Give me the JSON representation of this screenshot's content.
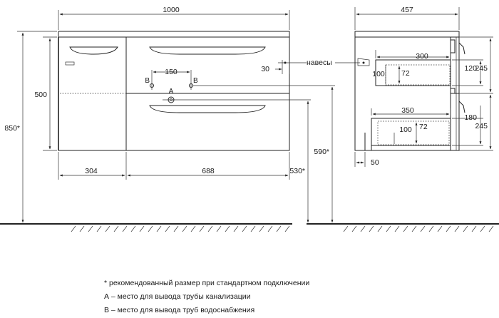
{
  "dimensions": {
    "front_width": "1000",
    "front_height": "500",
    "total_height": "850*",
    "left_section_width": "304",
    "right_section_width": "688",
    "pipe_spacing": "150",
    "pipe_label_b1": "B",
    "pipe_label_b2": "B",
    "pipe_label_a": "A",
    "height_590": "590*",
    "height_530": "530*",
    "side_depth": "457",
    "hanger_offset": "30",
    "hanger_label": "навесы",
    "top_drawer_depth": "300",
    "top_drawer_inner_w": "100",
    "top_drawer_inner_h": "72",
    "top_drawer_height": "120",
    "top_section_height": "245",
    "bottom_drawer_depth": "350",
    "bottom_drawer_inner_w": "100",
    "bottom_drawer_inner_h": "72",
    "bottom_drawer_height": "180",
    "bottom_section_height": "245",
    "base_offset": "50"
  },
  "notes": [
    "* рекомендованный размер при стандартном подключении",
    "А – место для вывода трубы канализации",
    "В – место для вывода труб водоснабжения"
  ]
}
